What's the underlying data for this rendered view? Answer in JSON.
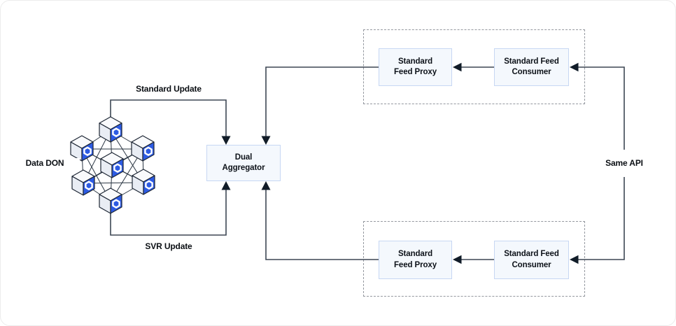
{
  "diagram": {
    "don": {
      "label": "Data DON",
      "node_count": 7,
      "node_icon": "chainlink-cube-icon"
    },
    "flow_labels": {
      "standard_update": "Standard Update",
      "svr_update": "SVR Update",
      "same_api": "Same API"
    },
    "aggregator": {
      "line1": "Dual",
      "line2": "Aggregator"
    },
    "top_group": {
      "proxy": {
        "line1": "Standard",
        "line2": "Feed Proxy"
      },
      "consumer": {
        "line1": "Standard Feed",
        "line2": "Consumer"
      }
    },
    "bottom_group": {
      "proxy": {
        "line1": "Standard",
        "line2": "Feed Proxy"
      },
      "consumer": {
        "line1": "Standard Feed",
        "line2": "Consumer"
      }
    },
    "colors": {
      "connector_line": "#3d4754",
      "arrowhead": "#111c28",
      "node_box_fill": "#f4f8fd",
      "node_box_border": "#c7d7f3",
      "dashed_group_border": "#94989f",
      "chainlink_blue": "#2d5be3"
    }
  }
}
